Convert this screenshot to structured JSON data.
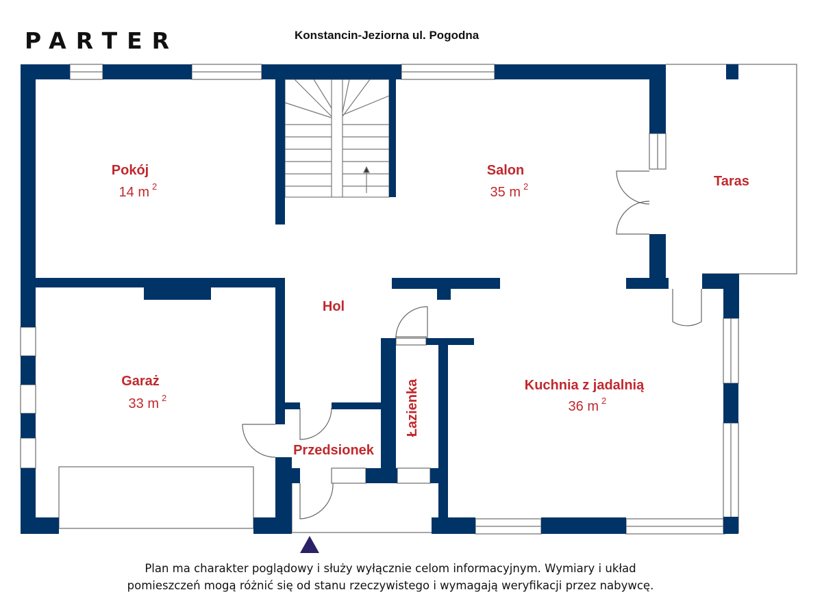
{
  "header": {
    "title": "PARTER",
    "address": "Konstancin-Jeziorna ul. Pogodna"
  },
  "rooms": [
    {
      "name": "Pokój",
      "area": "14 m",
      "unit_sup": "2"
    },
    {
      "name": "Salon",
      "area": "35 m",
      "unit_sup": "2"
    },
    {
      "name": "Taras"
    },
    {
      "name": "Hol"
    },
    {
      "name": "Garaż",
      "area": "33 m",
      "unit_sup": "2"
    },
    {
      "name": "Kuchnia z jadalnią",
      "area": "36 m",
      "unit_sup": "2"
    },
    {
      "name": "Łazienka"
    },
    {
      "name": "Przedsionek"
    }
  ],
  "colors": {
    "wall": "#003366",
    "room_label": "#c0282d"
  },
  "entrance_marker": "up-arrow-icon",
  "disclaimer": {
    "line1": "Plan ma charakter poglądowy i służy wyłącznie celom informacyjnym.  Wymiary i układ",
    "line2": "pomieszczeń mogą różnić się od stanu rzeczywistego i wymagają weryfikacji przez nabywcę."
  }
}
